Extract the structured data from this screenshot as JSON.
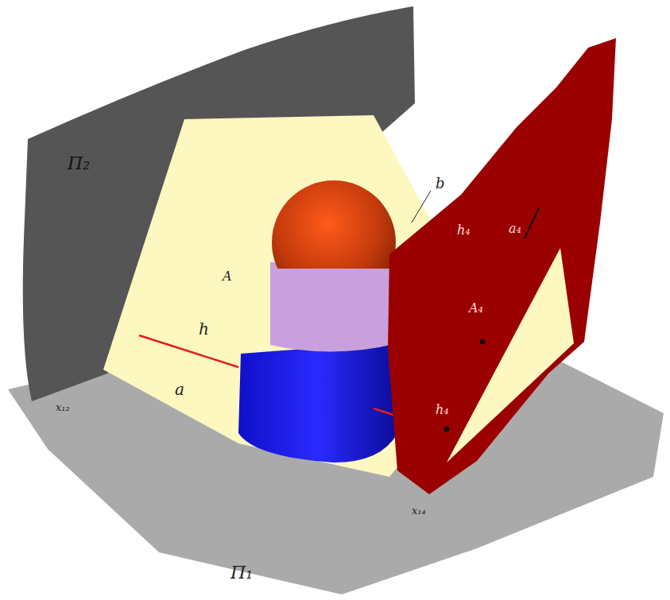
{
  "diagram": {
    "labels": [
      "Π₂",
      "A",
      "h",
      "a",
      "b",
      "x₁₂",
      "x₁₄",
      "Π₁",
      "h₄",
      "a₄",
      "A₄",
      "h₄"
    ]
  }
}
